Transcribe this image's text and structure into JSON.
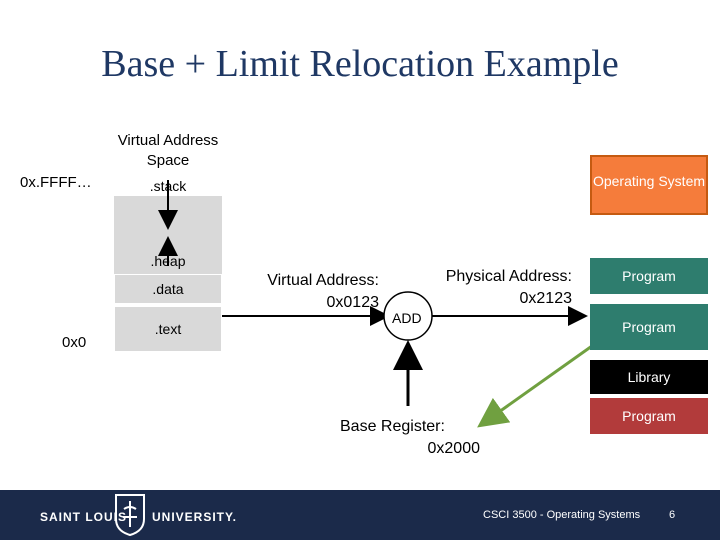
{
  "title": "Base + Limit Relocation Example",
  "virtual_space": {
    "label": "Virtual Address Space",
    "top_address": "0x.FFFF…",
    "bottom_address": "0x0",
    "segments": {
      "stack": ".stack",
      "heap": ".heap",
      "data": ".data",
      "text": ".text"
    }
  },
  "virtual_address": {
    "label": "Virtual Address:",
    "value": "0x0123"
  },
  "adder": {
    "label": "ADD"
  },
  "physical_address": {
    "label": "Physical Address:",
    "value": "0x2123"
  },
  "base_register": {
    "label": "Base Register:",
    "value": "0x2000"
  },
  "physical_memory": {
    "os": "Operating System",
    "program1": "Program",
    "program2": "Program",
    "library": "Library",
    "program3": "Program"
  },
  "footer": {
    "university_left": "SAINT LOUIS",
    "university_right": "UNIVERSITY.",
    "course": "CSCI 3500 - Operating Systems",
    "page": "6"
  },
  "colors": {
    "title": "#1f3864",
    "os_fill": "#f57c3b",
    "program_fill": "#2e7d6e",
    "library_fill": "#000000",
    "program_red_fill": "#b23b3b",
    "segment_fill": "#d9d9d9",
    "base_arrow": "#70a040",
    "footer_bg": "#1b2a4a"
  }
}
